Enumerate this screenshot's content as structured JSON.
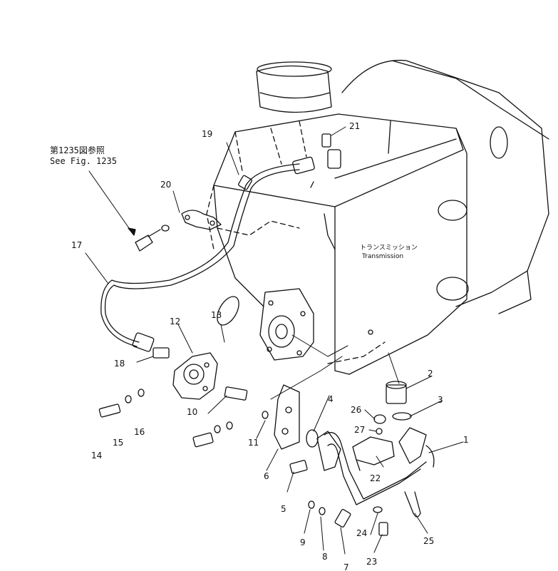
{
  "reference": {
    "line_jp": "第1235図参照",
    "line_en": "See Fig. 1235"
  },
  "body_label": {
    "jp": "トランスミッション",
    "en": "Transmission"
  },
  "callouts": {
    "n1": "1",
    "n2": "2",
    "n3": "3",
    "n4": "4",
    "n5": "5",
    "n6": "6",
    "n7": "7",
    "n8": "8",
    "n9": "9",
    "n10": "10",
    "n11": "11",
    "n12": "12",
    "n13": "13",
    "n14": "14",
    "n15": "15",
    "n16": "16",
    "n17": "17",
    "n18": "18",
    "n19": "19",
    "n20": "20",
    "n21": "21",
    "n22": "22",
    "n23": "23",
    "n24": "24",
    "n25": "25",
    "n26": "26",
    "n27": "27"
  }
}
